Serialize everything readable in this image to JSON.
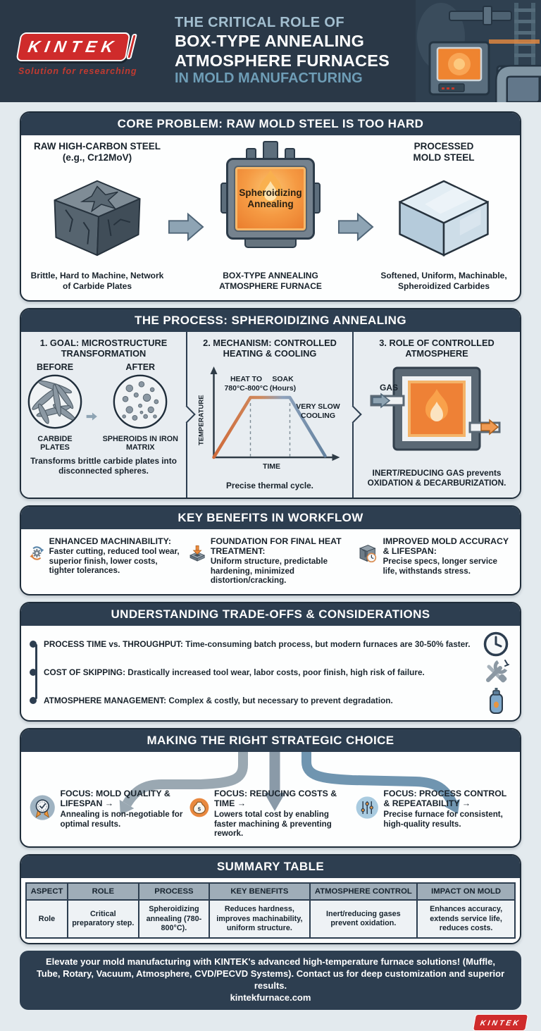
{
  "palette": {
    "navy": "#2d3e50",
    "red": "#cf2b2b",
    "orange": "#ee8136",
    "steel_blue": "#8ea4b4",
    "page_bg": "#e3eaee"
  },
  "header": {
    "logo_text": "KINTEK",
    "logo_tagline": "Solution for researching",
    "title_line1": "THE CRITICAL ROLE OF",
    "title_line2": "BOX-TYPE ANNEALING",
    "title_line3": "ATMOSPHERE FURNACES",
    "title_line4": "IN MOLD MANUFACTURING"
  },
  "core_problem": {
    "title": "CORE PROBLEM: RAW MOLD STEEL IS TOO HARD",
    "left": {
      "title_line1": "RAW HIGH-CARBON STEEL",
      "title_line2": "(e.g., Cr12MoV)",
      "caption": "Brittle, Hard to Machine, Network of Carbide Plates"
    },
    "center": {
      "furnace_label_line1": "Spheroidizing",
      "furnace_label_line2": "Annealing",
      "caption": "BOX-TYPE ANNEALING ATMOSPHERE FURNACE"
    },
    "right": {
      "title_line1": "PROCESSED",
      "title_line2": "MOLD STEEL",
      "caption": "Softened, Uniform, Machinable, Spheroidized Carbides"
    }
  },
  "process": {
    "title": "THE PROCESS: SPHEROIDIZING ANNEALING",
    "goal": {
      "title": "1. GOAL: MICROSTRUCTURE TRANSFORMATION",
      "before_label": "BEFORE",
      "after_label": "AFTER",
      "before_caption": "CARBIDE PLATES",
      "after_caption": "SPHEROIDS IN IRON MATRIX",
      "caption": "Transforms brittle carbide plates into disconnected spheres."
    },
    "mechanism": {
      "title": "2. MECHANISM: CONTROLLED HEATING & COOLING",
      "y_axis": "TEMPERATURE",
      "x_axis": "TIME",
      "heat_label_1": "HEAT TO",
      "heat_label_2": "780°C-800°C",
      "soak_label_1": "SOAK",
      "soak_label_2": "(Hours)",
      "cooling_label_1": "VERY SLOW",
      "cooling_label_2": "COOLING",
      "caption": "Precise thermal cycle."
    },
    "atmosphere": {
      "title": "3. ROLE OF CONTROLLED ATMOSPHERE",
      "gas_label": "GAS",
      "caption": "INERT/REDUCING GAS prevents OXIDATION & DECARBURIZATION."
    }
  },
  "benefits": {
    "title": "KEY BENEFITS IN WORKFLOW",
    "items": [
      {
        "icon": "gear-sync-icon",
        "title": "ENHANCED MACHINABILITY:",
        "desc": "Faster cutting, reduced tool wear, superior finish, lower costs, tighter tolerances."
      },
      {
        "icon": "arrow-into-mold-icon",
        "title": "FOUNDATION FOR FINAL HEAT TREATMENT:",
        "desc": "Uniform structure, predictable hardening, minimized distortion/cracking."
      },
      {
        "icon": "mold-clock-icon",
        "title": "IMPROVED MOLD ACCURACY & LIFESPAN:",
        "desc": "Precise specs, longer service life, withstands stress."
      }
    ]
  },
  "tradeoffs": {
    "title": "UNDERSTANDING TRADE-OFFS & CONSIDERATIONS",
    "items": [
      {
        "label": "PROCESS TIME vs. THROUGHPUT:",
        "desc": " Time-consuming batch process, but modern furnaces are 30-50% faster.",
        "icon": "clock-icon"
      },
      {
        "label": "COST OF SKIPPING:",
        "desc": " Drastically increased tool wear, labor costs, poor finish, high risk of failure.",
        "icon": "tools-icon"
      },
      {
        "label": "ATMOSPHERE MANAGEMENT:",
        "desc": " Complex & costly, but necessary to prevent degradation.",
        "icon": "gas-cylinder-icon"
      }
    ]
  },
  "choice": {
    "title": "MAKING THE RIGHT STRATEGIC CHOICE",
    "currency_symbol": "$",
    "items": [
      {
        "icon": "medal-icon",
        "title": "FOCUS: MOLD QUALITY & LIFESPAN →",
        "desc": "Annealing is non-negotiable for optimal results."
      },
      {
        "icon": "money-bag-icon",
        "title": "FOCUS: REDUCING COSTS & TIME →",
        "desc": "Lowers total cost by enabling faster machining & preventing rework."
      },
      {
        "icon": "sliders-icon",
        "title": "FOCUS: PROCESS CONTROL & REPEATABILITY →",
        "desc": "Precise furnace for consistent, high-quality results."
      }
    ]
  },
  "summary_table": {
    "title": "SUMMARY TABLE",
    "headers": [
      "ASPECT",
      "ROLE",
      "PROCESS",
      "KEY BENEFITS",
      "ATMOSPHERE CONTROL",
      "IMPACT ON MOLD"
    ],
    "row": [
      "Role",
      "Critical preparatory step.",
      "Spheroidizing annealing (780-800°C).",
      "Reduces hardness, improves machinability, uniform structure.",
      "Inert/reducing gases prevent oxidation.",
      "Enhances accuracy, extends service life, reduces costs."
    ]
  },
  "footer": {
    "text": "Elevate your mold manufacturing with KINTEK's advanced high-temperature furnace solutions! (Muffle, Tube, Rotary, Vacuum, Atmosphere, CVD/PECVD Systems). Contact us for deep customization and superior results.",
    "url": "kintekfurnace.com",
    "logo_text": "KINTEK"
  }
}
